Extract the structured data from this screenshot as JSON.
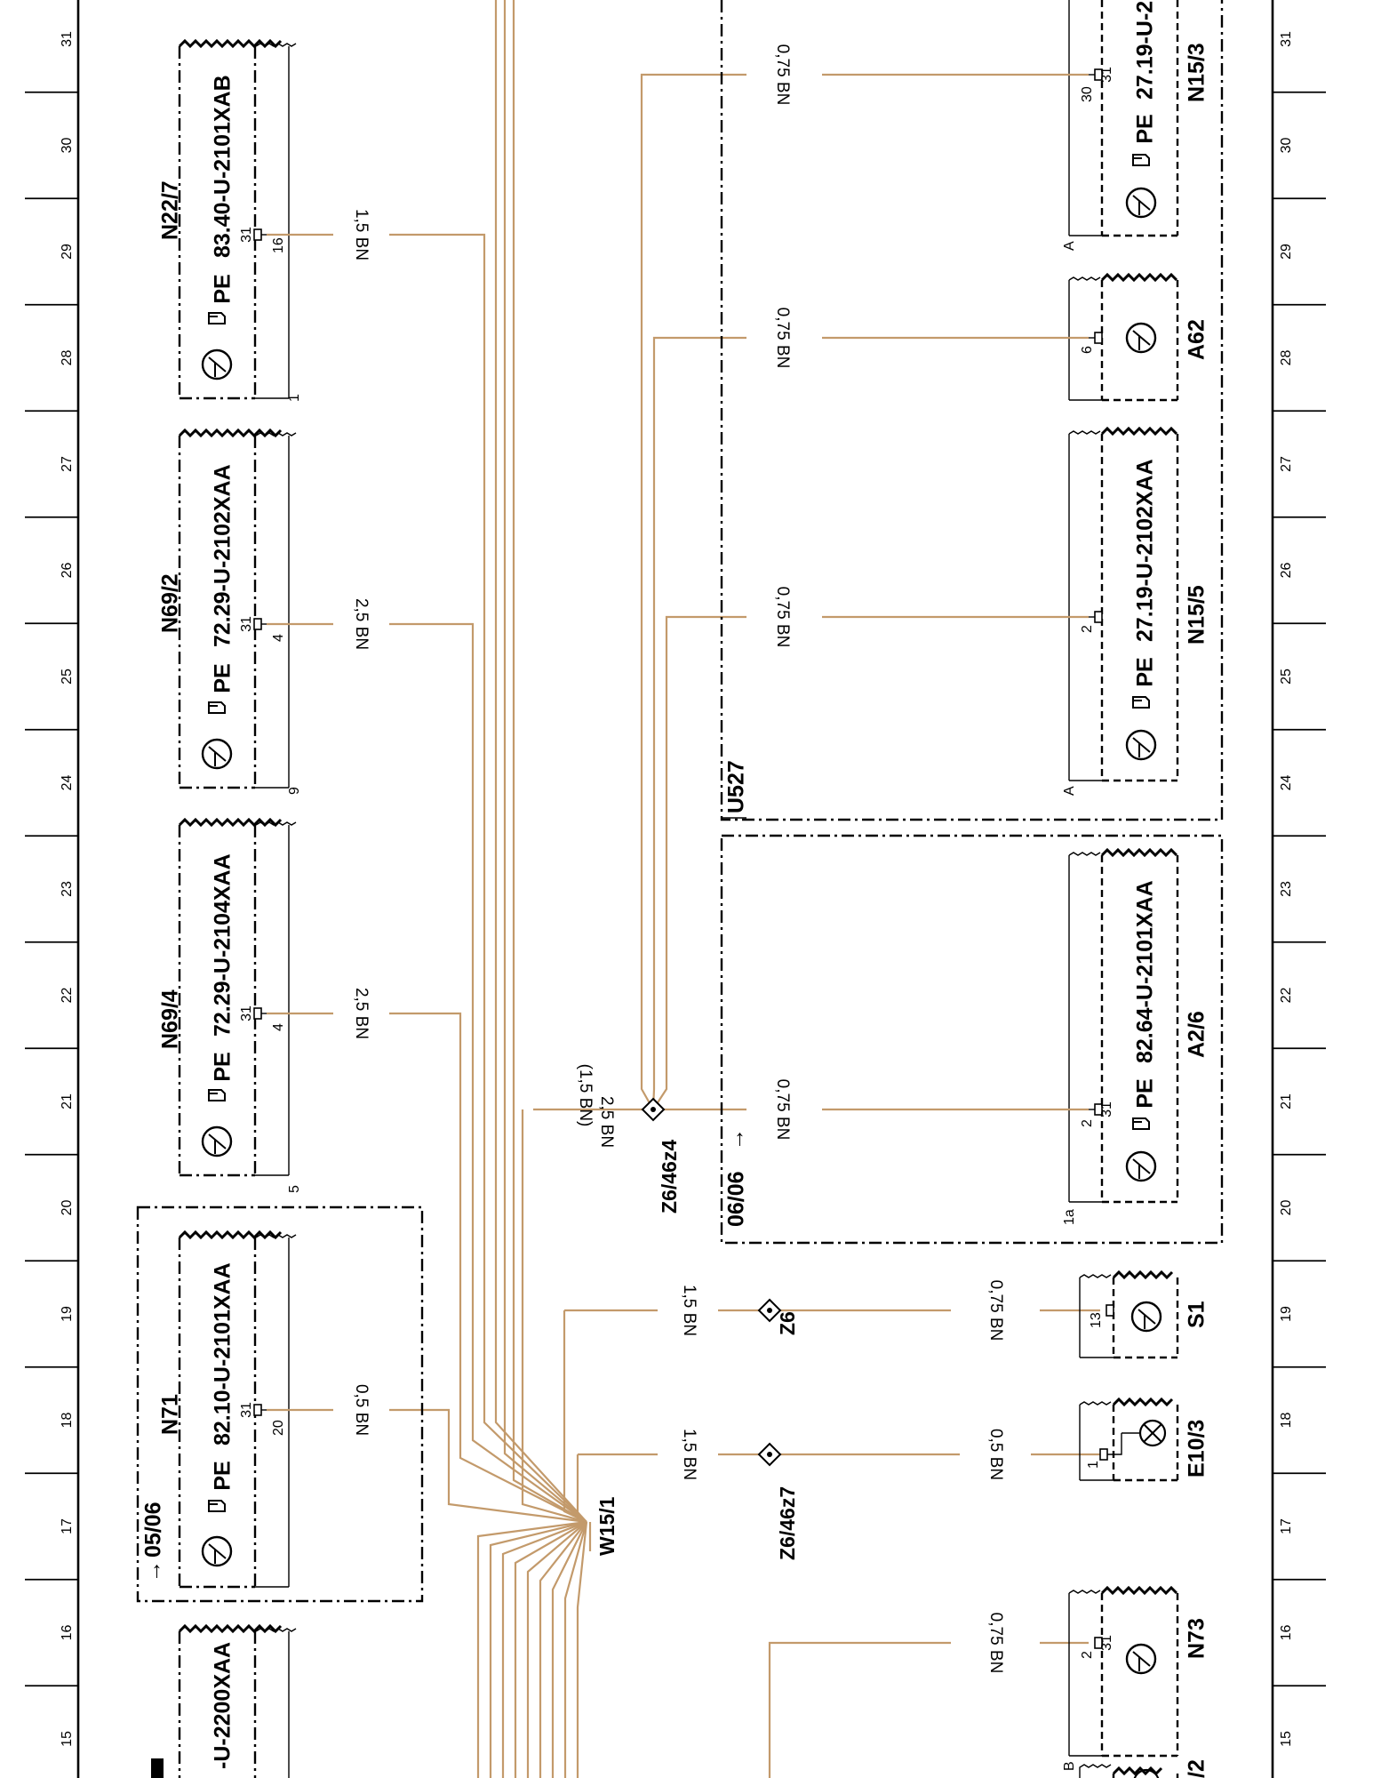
{
  "ruler": {
    "left_numbers": [
      "15",
      "16",
      "17",
      "18",
      "19",
      "20",
      "21",
      "22",
      "23",
      "24",
      "25",
      "26",
      "27",
      "28",
      "29",
      "30",
      "31"
    ],
    "right_numbers": [
      "15",
      "16",
      "17",
      "18",
      "19",
      "20",
      "21",
      "22",
      "23",
      "24",
      "25",
      "26",
      "27",
      "28",
      "29",
      "30",
      "31"
    ]
  },
  "components_left": [
    {
      "name": "N22/7",
      "pe": "PE",
      "ref": "83.40-U-2101XAB",
      "pin": "31",
      "pin_no": "16",
      "base_no": "1",
      "wire": "1,5 BN"
    },
    {
      "name": "N69/2",
      "pe": "PE",
      "ref": "72.29-U-2102XAA",
      "pin": "31",
      "pin_no": "4",
      "base_no": "9",
      "wire": "2,5 BN"
    },
    {
      "name": "N69/4",
      "pe": "PE",
      "ref": "72.29-U-2104XAA",
      "pin": "31",
      "pin_no": "4",
      "base_no": "5",
      "wire": "2,5 BN"
    },
    {
      "name": "N71",
      "pe": "PE",
      "ref": "82.10-U-2101XAA",
      "pin": "31",
      "pin_no": "20",
      "base_no": "",
      "wire": "0,5 BN"
    },
    {
      "name": "",
      "pe": "",
      "ref": "-U-2200XAA",
      "pin": "",
      "pin_no": "",
      "base_no": "",
      "wire": ""
    }
  ],
  "n71_version": "05/06",
  "splices": {
    "w15_1": "W15/1",
    "z6_46z4": "Z6/46z4",
    "z6_46z4_wire": "2,5 BN",
    "z6_46z4_wire_alt": "(1,5 BN)",
    "z6": "Z6",
    "z6_46z7": "Z6/46z7"
  },
  "components_right": [
    {
      "name": "N15/3",
      "pe": "PE",
      "ref": "27.19-U-2",
      "pin": "31",
      "pin_no": "30",
      "base_no": "A",
      "wire": "0,75 BN"
    },
    {
      "name": "A62",
      "pin_no": "6",
      "wire": "0,75 BN"
    },
    {
      "name": "N15/5",
      "pe": "PE",
      "ref": "27.19-U-2102XAA",
      "pin_no": "2",
      "base_no": "A",
      "wire": "0,75 BN"
    },
    {
      "name": "A2/6",
      "pe": "PE",
      "ref": "82.64-U-2101XAA",
      "pin": "31",
      "pin_no": "2",
      "base_no": "1a",
      "wire": "0,75 BN"
    },
    {
      "name": "S1",
      "pin_no": "13",
      "wire_left": "1,5 BN",
      "wire_right": "0,75 BN"
    },
    {
      "name": "E10/3",
      "pin_no": "1",
      "wire_left": "1,5 BN",
      "wire_right": "0,5 BN"
    },
    {
      "name": "N73",
      "pin": "31",
      "pin_no": "2",
      "base_no": "B",
      "wire": "0,75 BN"
    },
    {
      "name": "/2"
    }
  ],
  "u527": "U527",
  "a26_version": "06/06"
}
